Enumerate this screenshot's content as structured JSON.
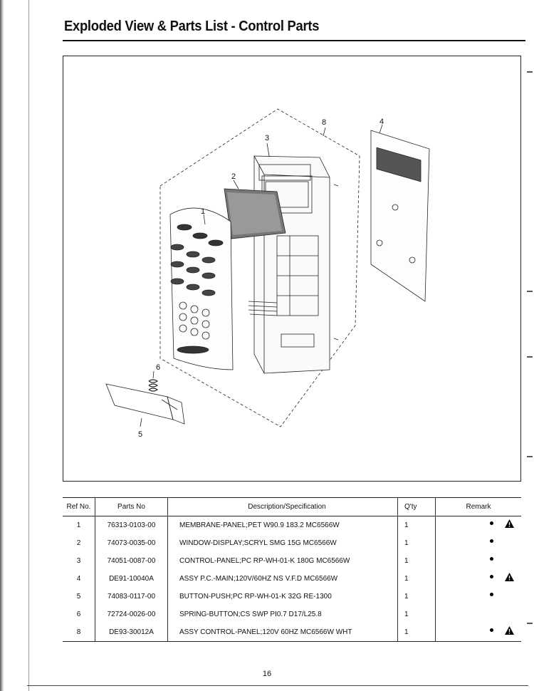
{
  "title": "Exploded View & Parts List - Control Parts",
  "callouts": [
    "1",
    "2",
    "3",
    "4",
    "5",
    "6",
    "8"
  ],
  "table": {
    "headers": {
      "ref": "Ref No.",
      "part": "Parts No",
      "desc": "Description/Specification",
      "qty": "Q'ty",
      "remark": "Remark"
    },
    "rows": [
      {
        "ref": "1",
        "part": "76313-0103-00",
        "desc": "MEMBRANE-PANEL;PET W90.9 183.2 MC6566W",
        "qty": "1",
        "bullet": true,
        "warning": true
      },
      {
        "ref": "2",
        "part": "74073-0035-00",
        "desc": "WINDOW-DISPLAY;SCRYL SMG 15G MC6566W",
        "qty": "1",
        "bullet": true,
        "warning": false
      },
      {
        "ref": "3",
        "part": "74051-0087-00",
        "desc": "CONTROL-PANEL;PC RP-WH-01-K 180G MC6566W",
        "qty": "1",
        "bullet": true,
        "warning": false
      },
      {
        "ref": "4",
        "part": "DE91-10040A",
        "desc": "ASSY P.C.-MAIN;120V/60HZ NS V.F.D MC6566W",
        "qty": "1",
        "bullet": true,
        "warning": true
      },
      {
        "ref": "5",
        "part": "74083-0117-00",
        "desc": "BUTTON-PUSH;PC RP-WH-01-K 32G RE-1300",
        "qty": "1",
        "bullet": true,
        "warning": false
      },
      {
        "ref": "6",
        "part": "72724-0026-00",
        "desc": "SPRING-BUTTON;CS SWP PI0.7 D17/L25.8",
        "qty": "1",
        "bullet": false,
        "warning": false
      },
      {
        "ref": "8",
        "part": "DE93-30012A",
        "desc": "ASSY CONTROL-PANEL;120V 60HZ MC6566W WHT",
        "qty": "1",
        "bullet": true,
        "warning": true
      }
    ]
  },
  "page_number": "16"
}
